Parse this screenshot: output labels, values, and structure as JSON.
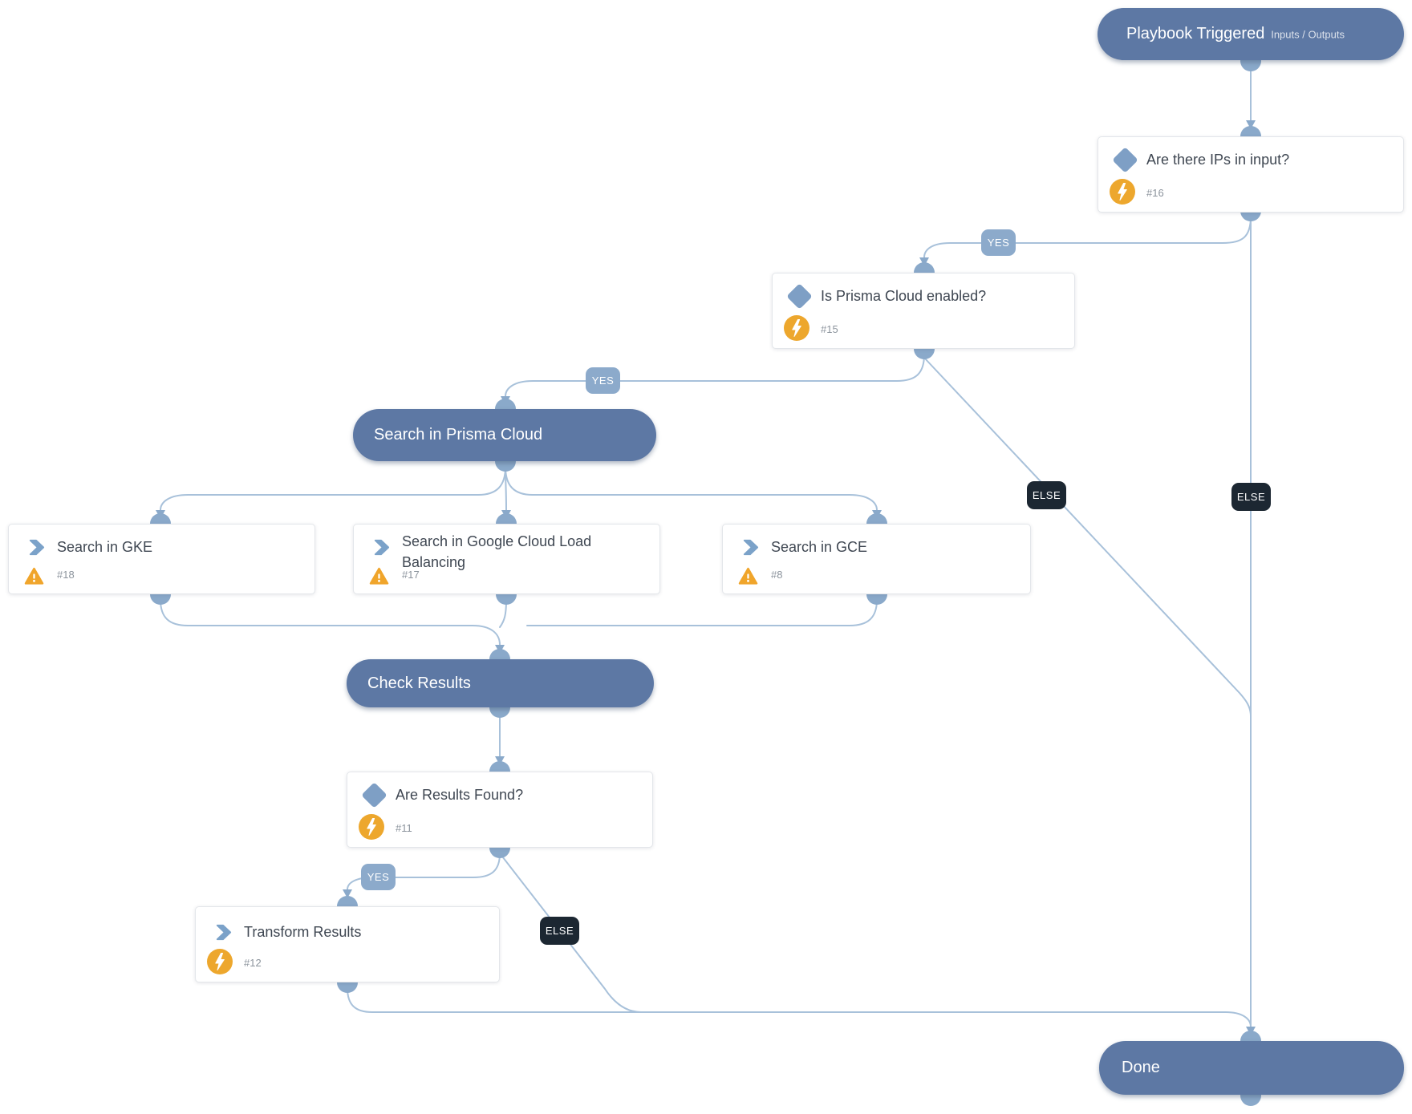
{
  "palette": {
    "section_fill": "#5d78a4",
    "edge_line": "#a8c1da",
    "connector_dot": "#8aa9ca",
    "yes_badge": "#8caacb",
    "else_badge": "#1c2732",
    "card_border": "#e3e6ea",
    "title_text": "#3f4752",
    "muted_text": "#8b939c",
    "diamond_icon": "#7e9fc5",
    "chevron_icon": "#7ba2c9",
    "amber_icon": "#eda72d"
  },
  "header": {
    "title": "Playbook Triggered",
    "io_link": "Inputs / Outputs"
  },
  "nodes": {
    "are_there_ips": {
      "title": "Are there IPs in input?",
      "task_id": "#16"
    },
    "is_prisma_enabled": {
      "title": "Is Prisma Cloud enabled?",
      "task_id": "#15"
    },
    "search_prisma": {
      "title": "Search in Prisma Cloud"
    },
    "search_gke": {
      "title": "Search in GKE",
      "task_id": "#18"
    },
    "search_gclb": {
      "title": "Search in Google Cloud Load Balancing",
      "task_id": "#17"
    },
    "search_gce": {
      "title": "Search in GCE",
      "task_id": "#8"
    },
    "check_results": {
      "title": "Check Results"
    },
    "are_results_found": {
      "title": "Are Results Found?",
      "task_id": "#11"
    },
    "transform_results": {
      "title": "Transform Results",
      "task_id": "#12"
    },
    "done": {
      "title": "Done"
    }
  },
  "edge_labels": {
    "yes": "YES",
    "else": "ELSE"
  }
}
